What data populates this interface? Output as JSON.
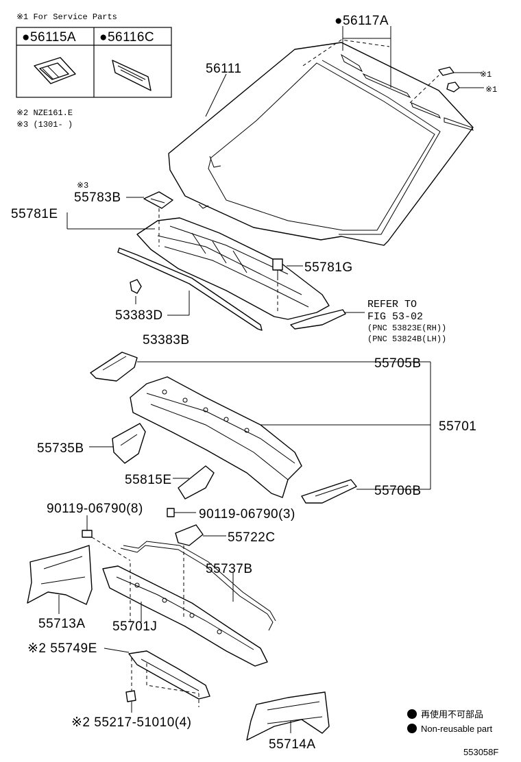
{
  "service_note": "※1 For Service Parts",
  "service_parts": [
    {
      "number": "●56115A"
    },
    {
      "number": "●56116C"
    }
  ],
  "notes": [
    "※2 NZE161.E",
    "※3 (1301-      )"
  ],
  "parts": {
    "p56117A": "●56117A",
    "p56111": "56111",
    "mark_x1_a": "※1",
    "mark_x1_b": "※1",
    "mark_x3": "※3",
    "p55783B": "55783B",
    "p55781E": "55781E",
    "p55781G": "55781G",
    "p53383D": "53383D",
    "p53383B": "53383B",
    "p55705B": "55705B",
    "p55701": "55701",
    "p55735B": "55735B",
    "p55815E": "55815E",
    "p55706B": "55706B",
    "p90119_8": "90119-06790(8)",
    "p90119_3": "90119-06790(3)",
    "p55722C": "55722C",
    "p55737B": "55737B",
    "p55713A": "55713A",
    "p55701J": "55701J",
    "p55749E": "※2 55749E",
    "p55217": "※2 55217-51010(4)",
    "p55714A": "55714A"
  },
  "reference": {
    "line1": "REFER TO",
    "line2": "FIG 53-02",
    "line3": "(PNC 53823E(RH))",
    "line4": "(PNC 53824B(LH))"
  },
  "legend": {
    "jp": "再使用不可部品",
    "en": "Non-reusable part"
  },
  "figure_number": "553058F"
}
